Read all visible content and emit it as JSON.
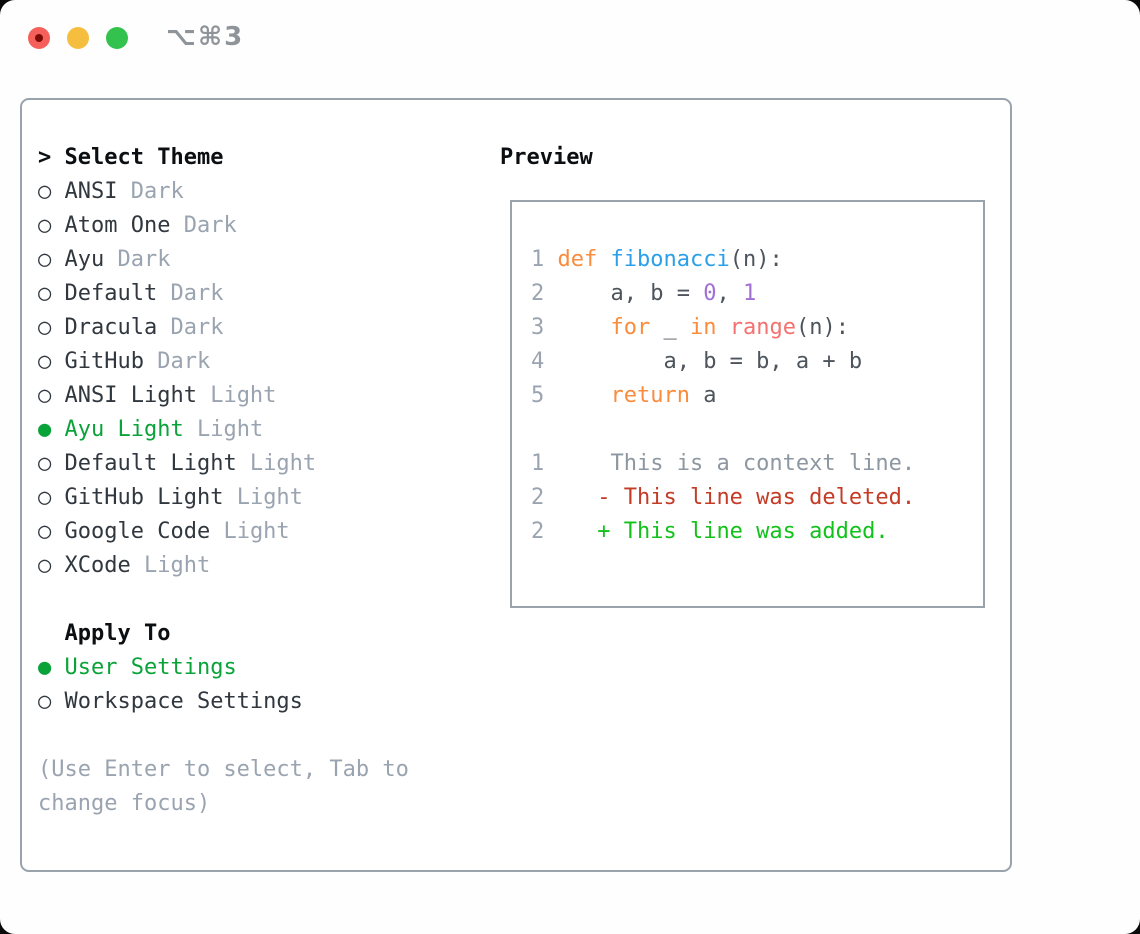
{
  "window": {
    "shortcut_label": "⌥⌘3",
    "traffic_lights": [
      "close",
      "minimize",
      "zoom"
    ]
  },
  "colors": {
    "traffic_red": "#f6605a",
    "traffic_red_dot": "#7c0b05",
    "traffic_yellow": "#f6be3e",
    "traffic_green": "#33c24e",
    "shortcut_gray": "#8e9499",
    "border_gray": "#9aa2ac",
    "header_black": "#0c0f12",
    "text_dark": "#30373e",
    "muted": "#9aa4b0",
    "selected_green": "#0aa339",
    "added_green": "#12c21b",
    "deleted_red": "#c43b26",
    "keyword": "#f98c3d",
    "function": "#2ba0e8",
    "number": "#a26fd3",
    "builtin": "#f3716f",
    "code_default": "#4d545c",
    "context": "#8d97a1"
  },
  "theme_panel": {
    "header_marker": "> ",
    "header": "Select Theme",
    "marker_selected": "● ",
    "marker_unselected": "○ ",
    "themes": [
      {
        "name": "ANSI",
        "variant": "Dark",
        "selected": false
      },
      {
        "name": "Atom One",
        "variant": "Dark",
        "selected": false
      },
      {
        "name": "Ayu",
        "variant": "Dark",
        "selected": false
      },
      {
        "name": "Default",
        "variant": "Dark",
        "selected": false
      },
      {
        "name": "Dracula",
        "variant": "Dark",
        "selected": false
      },
      {
        "name": "GitHub",
        "variant": "Dark",
        "selected": false
      },
      {
        "name": "ANSI Light",
        "variant": "Light",
        "selected": false
      },
      {
        "name": "Ayu Light",
        "variant": "Light",
        "selected": true
      },
      {
        "name": "Default Light",
        "variant": "Light",
        "selected": false
      },
      {
        "name": "GitHub Light",
        "variant": "Light",
        "selected": false
      },
      {
        "name": "Google Code",
        "variant": "Light",
        "selected": false
      },
      {
        "name": "XCode",
        "variant": "Light",
        "selected": false
      }
    ],
    "apply_to": {
      "header": "Apply To",
      "options": [
        {
          "label": "User Settings",
          "selected": true
        },
        {
          "label": "Workspace Settings",
          "selected": false
        }
      ]
    },
    "help_text": "(Use Enter to select, Tab to change focus)"
  },
  "preview": {
    "header": "Preview",
    "code_lines": [
      {
        "number": "1",
        "tokens": [
          {
            "text": "def",
            "color": "keyword"
          },
          {
            "text": " ",
            "color": "default"
          },
          {
            "text": "fibonacci",
            "color": "function"
          },
          {
            "text": "(n):",
            "color": "default"
          }
        ]
      },
      {
        "number": "2",
        "tokens": [
          {
            "text": "    a, b = ",
            "color": "default"
          },
          {
            "text": "0",
            "color": "number"
          },
          {
            "text": ", ",
            "color": "default"
          },
          {
            "text": "1",
            "color": "number"
          }
        ]
      },
      {
        "number": "3",
        "tokens": [
          {
            "text": "    ",
            "color": "default"
          },
          {
            "text": "for",
            "color": "keyword"
          },
          {
            "text": " _ ",
            "color": "default"
          },
          {
            "text": "in",
            "color": "keyword"
          },
          {
            "text": " ",
            "color": "default"
          },
          {
            "text": "range",
            "color": "builtin"
          },
          {
            "text": "(n):",
            "color": "default"
          }
        ]
      },
      {
        "number": "4",
        "tokens": [
          {
            "text": "        a, b = b, a + b",
            "color": "default"
          }
        ]
      },
      {
        "number": "5",
        "tokens": [
          {
            "text": "    ",
            "color": "default"
          },
          {
            "text": "return",
            "color": "keyword"
          },
          {
            "text": " a",
            "color": "default"
          }
        ]
      },
      {
        "number": "",
        "tokens": []
      },
      {
        "number": "1",
        "tokens": [
          {
            "text": "    This is a context line.",
            "color": "context"
          }
        ]
      },
      {
        "number": "2",
        "tokens": [
          {
            "text": "   - This line was deleted.",
            "color": "deleted"
          }
        ]
      },
      {
        "number": "2",
        "tokens": [
          {
            "text": "   + This line was added.",
            "color": "added"
          }
        ]
      }
    ]
  }
}
